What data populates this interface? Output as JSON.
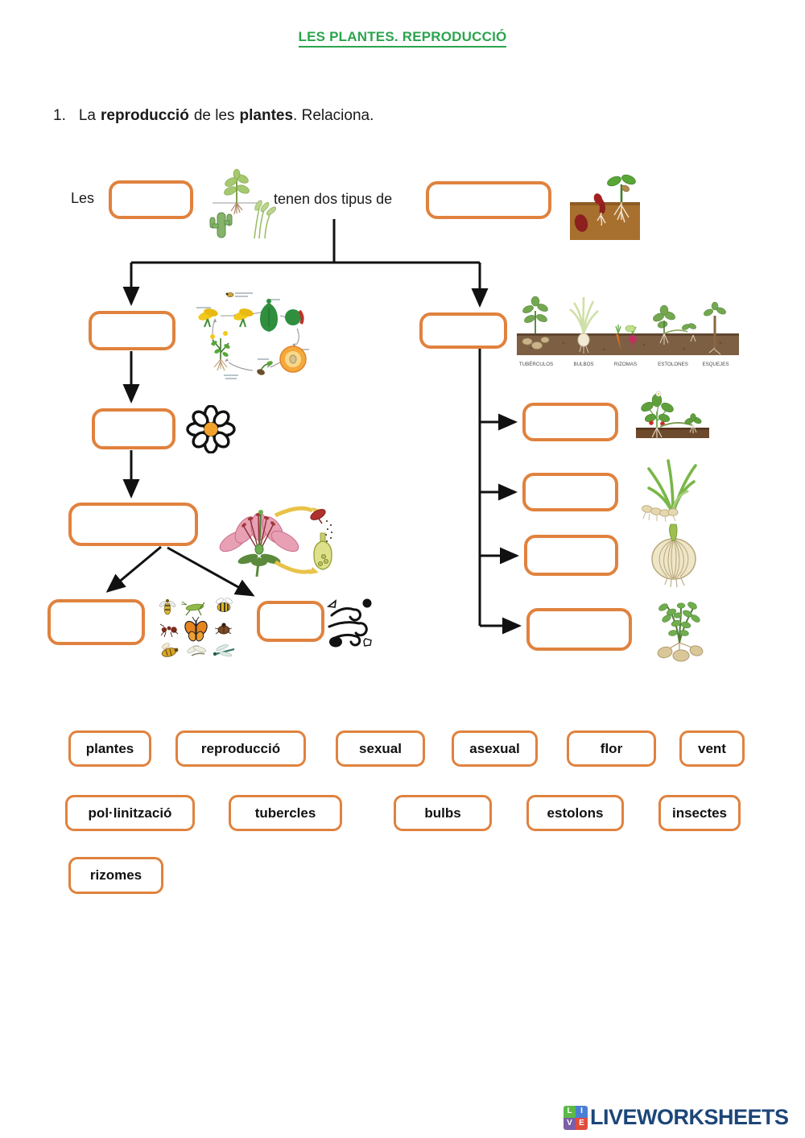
{
  "title": "LES PLANTES. REPRODUCCIÓ",
  "question": {
    "number": "1.",
    "part1": "La",
    "bold1": "reproducció",
    "part2": "de les",
    "bold2": "plantes",
    "part3": ". Relaciona."
  },
  "diagram": {
    "label_les": "Les",
    "label_tenen": "tenen dos tipus de",
    "vegetative_labels": [
      "TUBÉRCULOS",
      "BULBOS",
      "RIZOMAS",
      "ESTOLONES",
      "ESQUEJES"
    ]
  },
  "word_bank": {
    "row1": [
      "plantes",
      "reproducció",
      "sexual",
      "asexual",
      "flor",
      "vent"
    ],
    "row2": [
      "pol·linització",
      "tubercles",
      "bulbs",
      "estolons",
      "insectes"
    ],
    "row3": [
      "rizomes"
    ]
  },
  "footer": {
    "brand": "LIVEWORKSHEETS",
    "icon_letters": [
      "L",
      "I",
      "V",
      "E"
    ]
  },
  "colors": {
    "box_border": "#e0823e",
    "title_green": "#2ca44e",
    "brand_navy": "#1c4679"
  }
}
